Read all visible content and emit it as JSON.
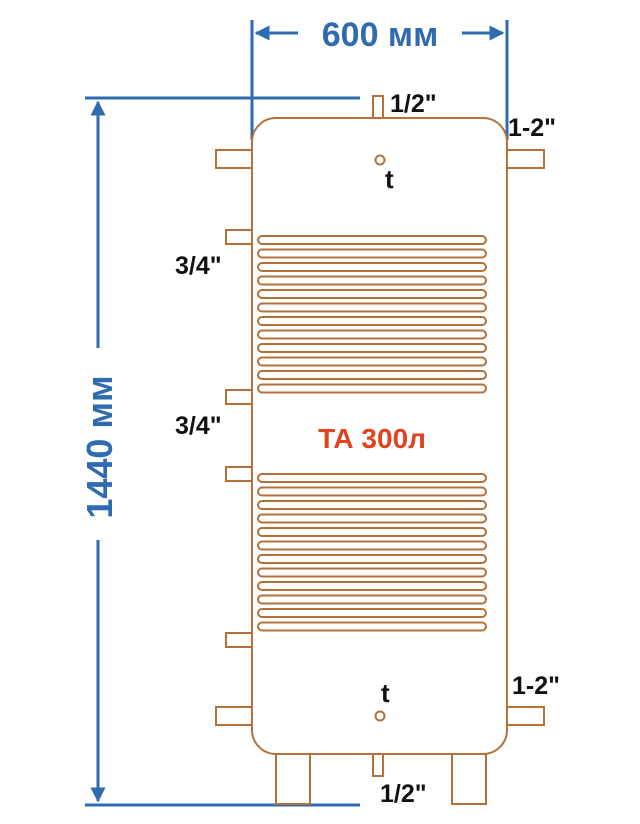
{
  "dimensions": {
    "width_label": "600 мм",
    "height_label": "1440 мм"
  },
  "tank": {
    "model_label": "ТА 300л",
    "sensor_top_label": "t",
    "sensor_bottom_label": "t"
  },
  "connections": {
    "top_center": "1/2\"",
    "top_right": "1-2\"",
    "coil_upper": "3/4\"",
    "coil_lower": "3/4\"",
    "bottom_right": "1-2\"",
    "bottom_center": "1/2\""
  },
  "colors": {
    "dimension": "#2e6bb0",
    "outline": "#b5713a",
    "model": "#e2431f",
    "text": "#111111"
  }
}
